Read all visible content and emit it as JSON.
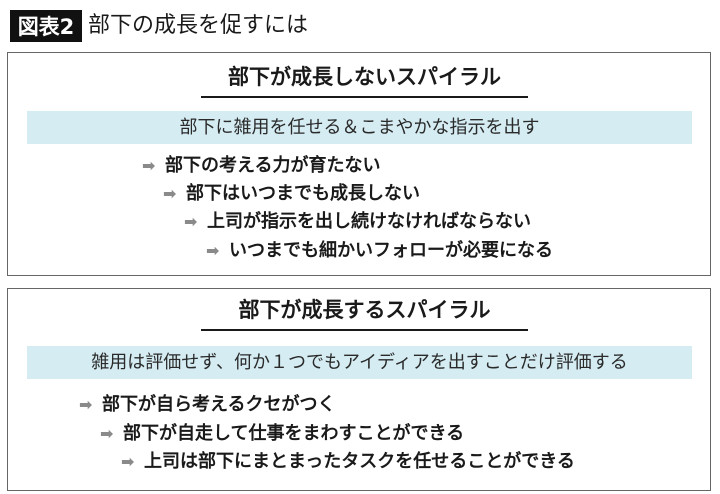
{
  "header": {
    "figure_label": "図表2",
    "title": "部下の成長を促すには"
  },
  "panels": [
    {
      "title": "部下が成長しないスパイラル",
      "premise": "部下に雑用を任せる＆こまやかな指示を出す",
      "steps": [
        {
          "arrow": "➡",
          "text": "部下の考える力が育たない"
        },
        {
          "arrow": "➡",
          "text": "部下はいつまでも成長しない"
        },
        {
          "arrow": "➡",
          "text": "上司が指示を出し続けなければならない"
        },
        {
          "arrow": "➡",
          "text": "いつまでも細かいフォローが必要になる"
        }
      ]
    },
    {
      "title": "部下が成長するスパイラル",
      "premise": "雑用は評価せず、何か１つでもアイディアを出すことだけ評価する",
      "steps": [
        {
          "arrow": "➡",
          "text": "部下が自ら考えるクセがつく"
        },
        {
          "arrow": "➡",
          "text": "部下が自走して仕事をまわすことができる"
        },
        {
          "arrow": "➡",
          "text": "上司は部下にまとまったタスクを任せることができる"
        }
      ]
    }
  ],
  "colors": {
    "band": "#d4ecf2",
    "arrow": "#8a8a8a",
    "label_bg": "#111111",
    "border": "#666666"
  }
}
